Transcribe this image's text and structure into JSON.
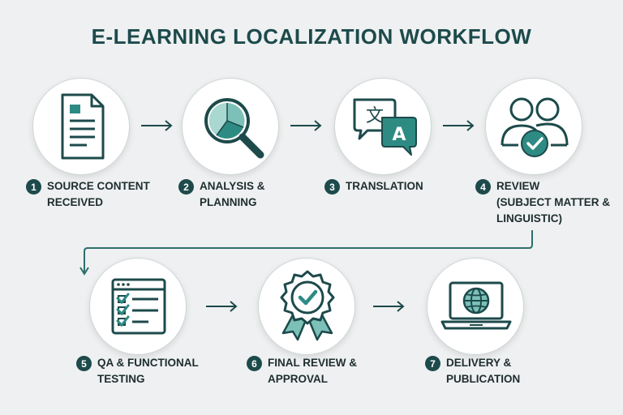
{
  "title": "E-LEARNING LOCALIZATION WORKFLOW",
  "steps": [
    {
      "number": "1",
      "label": "SOURCE CONTENT\nRECEIVED",
      "icon": "document-icon"
    },
    {
      "number": "2",
      "label": "ANALYSIS &\nPLANNING",
      "icon": "magnifier-chart-icon"
    },
    {
      "number": "3",
      "label": "TRANSLATION",
      "icon": "translate-icon"
    },
    {
      "number": "4",
      "label": "REVIEW\n(SUBJECT MATTER &\nLINGUISTIC)",
      "icon": "reviewers-check-icon"
    },
    {
      "number": "5",
      "label": "QA & FUNCTIONAL\nTESTING",
      "icon": "checklist-window-icon"
    },
    {
      "number": "6",
      "label": "FINAL REVIEW &\nAPPROVAL",
      "icon": "approval-badge-icon"
    },
    {
      "number": "7",
      "label": "DELIVERY &\nPUBLICATION",
      "icon": "laptop-globe-icon"
    }
  ],
  "translate_glyphs": {
    "source": "文",
    "target": "A"
  },
  "colors": {
    "primary": "#1d4a4b",
    "accent": "#2e8b84",
    "accent_light": "#7cc0b8",
    "background": "#eef0f1"
  }
}
